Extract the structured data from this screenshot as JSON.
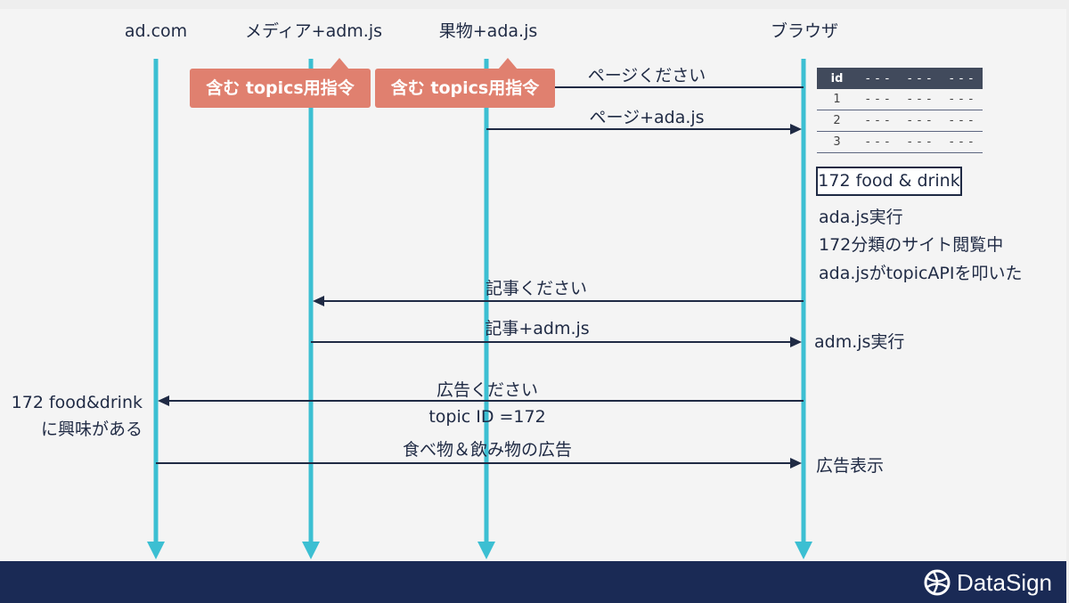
{
  "lanes": [
    {
      "id": "adcom",
      "label": "ad.com"
    },
    {
      "id": "media",
      "label": "メディア+adm.js"
    },
    {
      "id": "fruit",
      "label": "果物+ada.js"
    },
    {
      "id": "browser",
      "label": "ブラウザ"
    }
  ],
  "callouts": [
    {
      "text": "含む topics用指令"
    },
    {
      "text": "含む topics用指令"
    }
  ],
  "messages": [
    {
      "label": "ページください",
      "from": "browser",
      "to": "fruit"
    },
    {
      "label": "ページ+ada.js",
      "from": "fruit",
      "to": "browser"
    },
    {
      "label": "記事ください",
      "from": "browser",
      "to": "media"
    },
    {
      "label": "記事+adm.js",
      "from": "media",
      "to": "browser"
    },
    {
      "label": "広告ください",
      "sublabel": "topic ID =172",
      "from": "browser",
      "to": "adcom"
    },
    {
      "label": "食べ物＆飲み物の広告",
      "from": "adcom",
      "to": "browser"
    }
  ],
  "storage_table": {
    "header": [
      "id",
      "- - -",
      "- - -",
      "- - -"
    ],
    "rows": [
      [
        "1",
        "- - -",
        "- - -",
        "- - -"
      ],
      [
        "2",
        "- - -",
        "- - -",
        "- - -"
      ],
      [
        "3",
        "- - -",
        "- - -",
        "- - -"
      ]
    ]
  },
  "topic_box": "172 food & drink",
  "browser_notes": [
    "ada.js実行",
    "172分類のサイト閲覧中",
    "ada.jsがtopicAPIを叩いた"
  ],
  "adm_note": "adm.js実行",
  "ad_display_note": "広告表示",
  "adcom_notes": [
    "172 food&drink",
    "に興味がある"
  ],
  "footer": {
    "logo_text": "DataSign",
    "logo_icon": "globe-icon"
  },
  "colors": {
    "lifeline": "#3cbfd2",
    "arrow": "#1f2a44",
    "callout": "#e0806f",
    "footer": "#1a2a55"
  }
}
